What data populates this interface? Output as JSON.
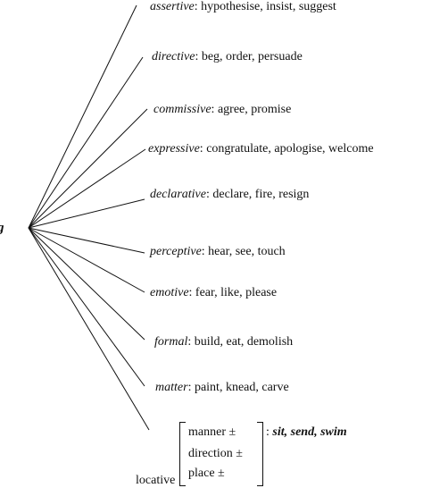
{
  "root_label": "g",
  "branches": [
    {
      "category": "assertive",
      "verbs": "hypothesise, insist, suggest"
    },
    {
      "category": "directive",
      "verbs": "beg, order, persuade"
    },
    {
      "category": "commissive",
      "verbs": "agree, promise"
    },
    {
      "category": "expressive",
      "verbs": "congratulate, apologise, welcome"
    },
    {
      "category": "declarative",
      "verbs": "declare, fire, resign"
    },
    {
      "category": "perceptive",
      "verbs": "hear, see, touch"
    },
    {
      "category": "emotive",
      "verbs": "fear, like, please"
    },
    {
      "category": "formal",
      "verbs": "build, eat, demolish"
    },
    {
      "category": "matter",
      "verbs": "paint, knead, carve"
    }
  ],
  "locative": {
    "label": "locative",
    "features": [
      "manner ±",
      "direction ±",
      "place ±"
    ],
    "separator": ":",
    "verbs": "sit, send, swim"
  }
}
